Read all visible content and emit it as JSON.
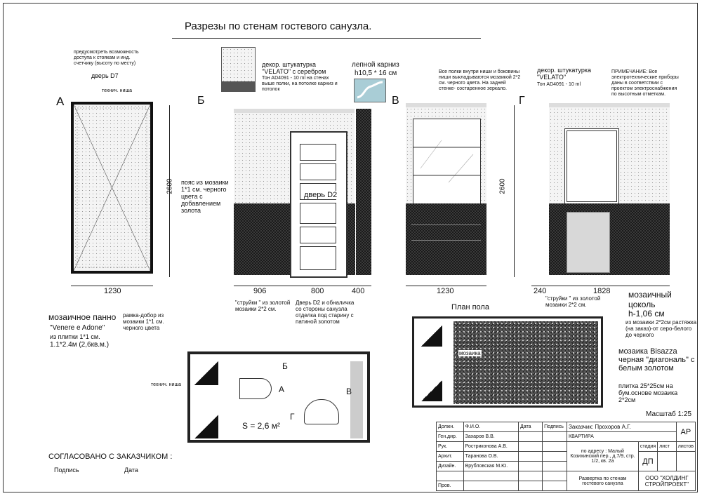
{
  "title": "Разрезы по стенам гостевого санузла.",
  "labels": {
    "A": "А",
    "B_ru": "Б",
    "V": "В",
    "G": "Г"
  },
  "notes": {
    "top_left": "предусмотреть возможность доступа к стоякам и инд. счетчику (высоту по месту)",
    "door_d7": "дверь D7",
    "door_d2": "дверь D2",
    "decor_plaster_1": "декор. штукатурка \"VELATO\" с серебром",
    "decor_plaster_1_sub": "Тон AD4091 - 10 ml на стенах выше полки, на потолке карниз и потолок",
    "cornice": "лепной карниз",
    "cornice_size": "h10,5 * 16 см",
    "shelves_note": "Все полки внутри ниши и боковины ниши выкладываются мозаикой 2*2 см. черного цвета. На задней стенке- состаренное зеркало.",
    "decor_plaster_2": "декор. штукатурка \"VELATO\"",
    "decor_plaster_2_sub": "Тон AD4091 - 10 ml",
    "primechanie": "ПРИМЕЧАНИЕ: Все электротехнические приборы даны в соответствии с проектом электроснабжения по высотным отметкам.",
    "belt": "пояс из мозаики 1*1 см. черного цвета с добавлением золота",
    "mosaic_panel_title": "мозаичное панно",
    "mosaic_panel_name": "\"Venere e Adone\"",
    "mosaic_panel_tiles": "из плитки 1*1 см.",
    "mosaic_panel_size": "1.1*2.4м (2,6кв.м.)",
    "frame": "рамка-добор из мозаики 1*1 см. черного цвета",
    "streams_1": "\"струйки \" из золотой мозаики 2*2 см.",
    "door_note": "Дверь D2 и обналичка со стороны санузла отделка под старину с патиной золотом",
    "streams_2": "\"струйки \" из золотой мозаики 2*2 см.",
    "plinth_title": "мозаичный цоколь",
    "plinth_h": "h-1,06 см",
    "plinth_sub": "из мозаики 2*2см растяжка (на заказ)-от серо-белого до черного",
    "floor_plan": "План пола",
    "mosaic_label": "мозаика",
    "bisazza": "мозаика Bisazza черная \"диагональ\" с белым золотом",
    "bisazza_tile": "плитка 25*25см на бум.основе мозаика 2*2см",
    "scale": "Масштаб 1:25",
    "area": "S = 2,6 м²",
    "tech_niche": "технич. ниша",
    "approved": "СОГЛАСОВАНО С ЗАКАЗЧИКОМ :",
    "signature": "Подпись",
    "date": "Дата"
  },
  "dimensions": {
    "h2600_a": "2600",
    "h2600_g": "2600",
    "w1230_a": "1230",
    "w906": "906",
    "w800": "800",
    "w400": "400",
    "w1230_v": "1230",
    "w240": "240",
    "w1828": "1828"
  },
  "title_block": {
    "headers": [
      "Должн.",
      "Ф.И.О.",
      "Дата",
      "Подпись"
    ],
    "rows": [
      [
        "Ген.дир.",
        "Захаров В.В."
      ],
      [
        "Рук.",
        "Ростриконова А.В."
      ],
      [
        "Архит.",
        "Таранова О.В."
      ],
      [
        "Дизайн.",
        "Врубловская М.Ю."
      ],
      [
        "",
        ""
      ],
      [
        "Пров.",
        ""
      ]
    ],
    "customer": "Заказчик:  Прохоров А.Г.",
    "code": "АР",
    "object": "КВАРТИРА",
    "address": "по адресу : Малый Козихинский пер., д.7/9, стр. 1/2, кв. 2а",
    "stage": "стадия",
    "sheet": "лист",
    "sheets": "листов",
    "stage_val": "ДП",
    "drawing": "Развертка по стенам гостевого санузла",
    "company": "ООО \"ХОЛДИНГ СТРОЙПРОЕКТ\""
  }
}
